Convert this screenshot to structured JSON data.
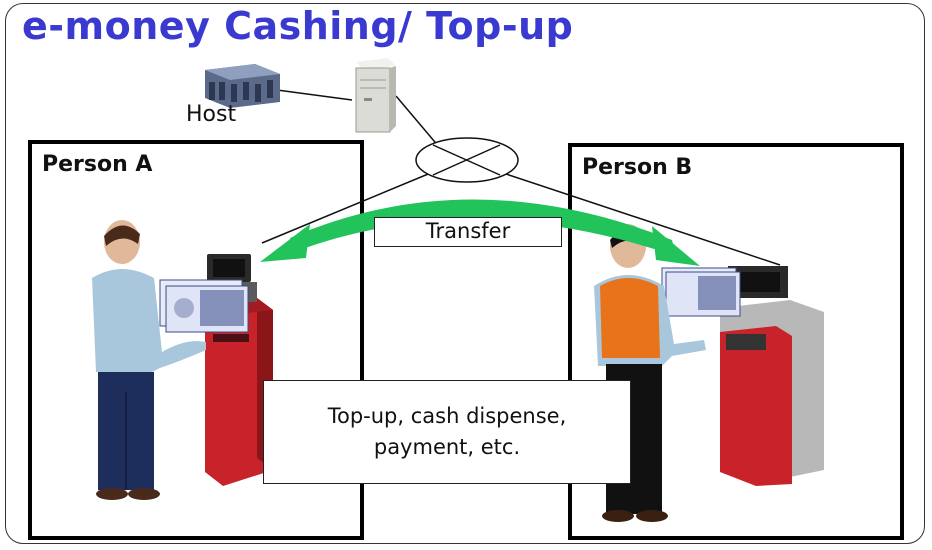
{
  "title": "e-money Cashing/ Top-up",
  "host": {
    "label": "Host"
  },
  "person_a": {
    "label": "Person A"
  },
  "person_b": {
    "label": "Person B"
  },
  "transfer": {
    "label": "Transfer"
  },
  "services": {
    "line1": "Top-up, cash dispense,",
    "line2": "payment, etc."
  },
  "colors": {
    "title": "#3a3ad0",
    "arrow": "#22c35a",
    "atm": "#c8232a",
    "vest": "#e8731a",
    "shirt": "#a9c7dc"
  },
  "icons": [
    "mainframe-icon",
    "server-icon",
    "network-router-icon",
    "person-icon",
    "atm-icon",
    "banknotes-icon",
    "transfer-arrow-icon"
  ]
}
